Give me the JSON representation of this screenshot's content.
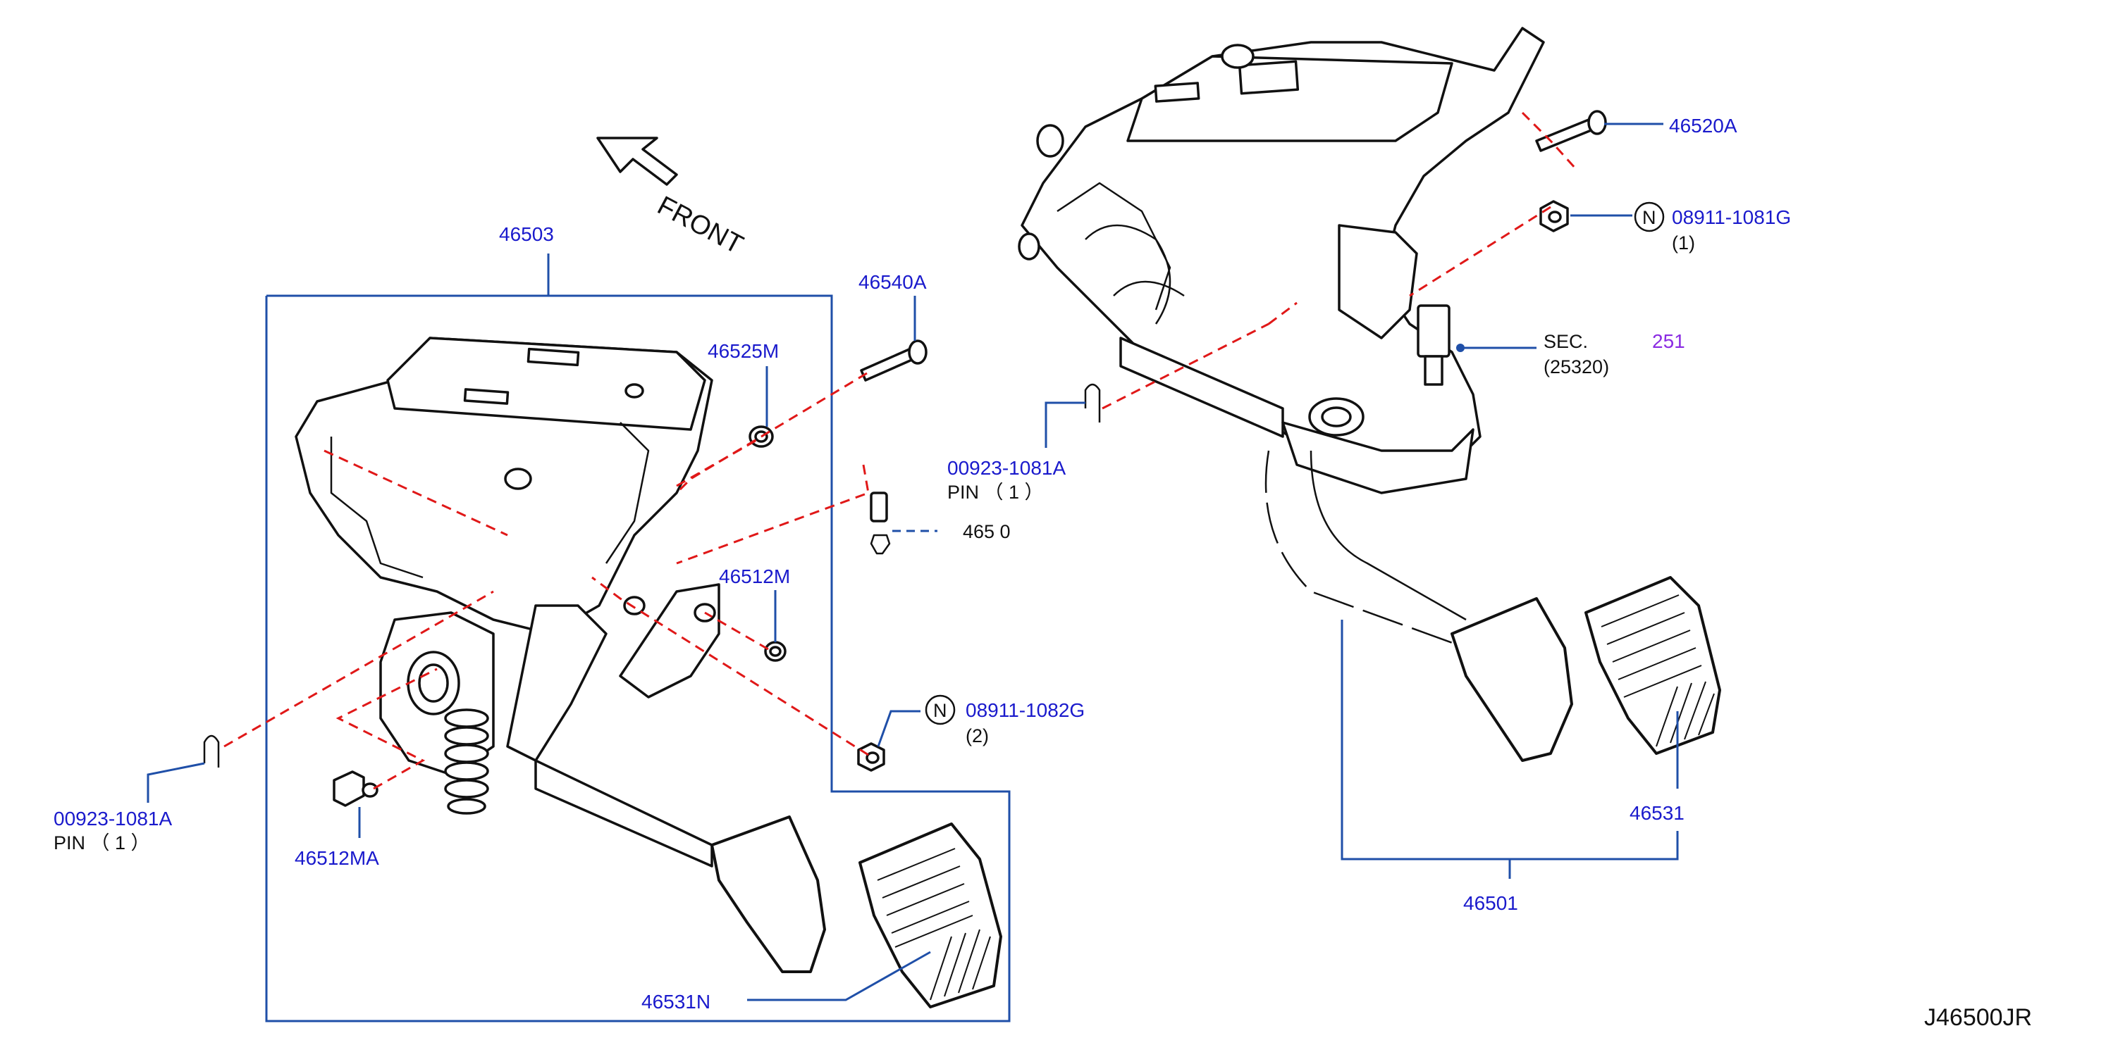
{
  "diagram": {
    "front_label": "FRONT",
    "drawing_code": "J46500JR",
    "left_assembly": {
      "frame_label": "46503",
      "bolt_label": "46540A",
      "bushing_upper_label": "46525M",
      "bushing_lower_label": "46512M",
      "nut_label": "08911-1082G",
      "nut_marker": "N",
      "nut_qty": "(2)",
      "pin_label": "00923-1081A",
      "pin_text": "PIN （  1  ）",
      "stopper_label": "46512MA",
      "pad_label": "46531N",
      "obscured_label": "465 0"
    },
    "right_assembly": {
      "bolt_label": "46520A",
      "nut_label": "08911-1081G",
      "nut_marker": "N",
      "nut_qty": "(1)",
      "sensor_sec_prefix": "SEC.",
      "sensor_sec_number": "251",
      "sensor_part": "(25320)",
      "pin_label": "00923-1081A",
      "pin_text": "PIN （  1  ）",
      "pad_label": "46531",
      "frame_label": "46501"
    }
  }
}
